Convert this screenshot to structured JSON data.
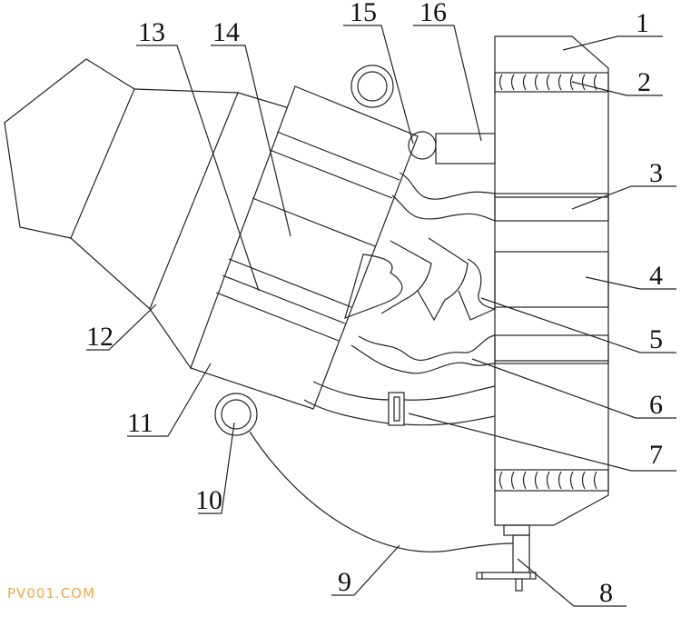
{
  "diagram": {
    "labels": [
      "1",
      "2",
      "3",
      "4",
      "5",
      "6",
      "7",
      "8",
      "9",
      "10",
      "11",
      "12",
      "13",
      "14",
      "15",
      "16"
    ],
    "watermark": "PV001.COM",
    "colors": {
      "line": "#222222",
      "watermark": "#f0a64a"
    }
  }
}
